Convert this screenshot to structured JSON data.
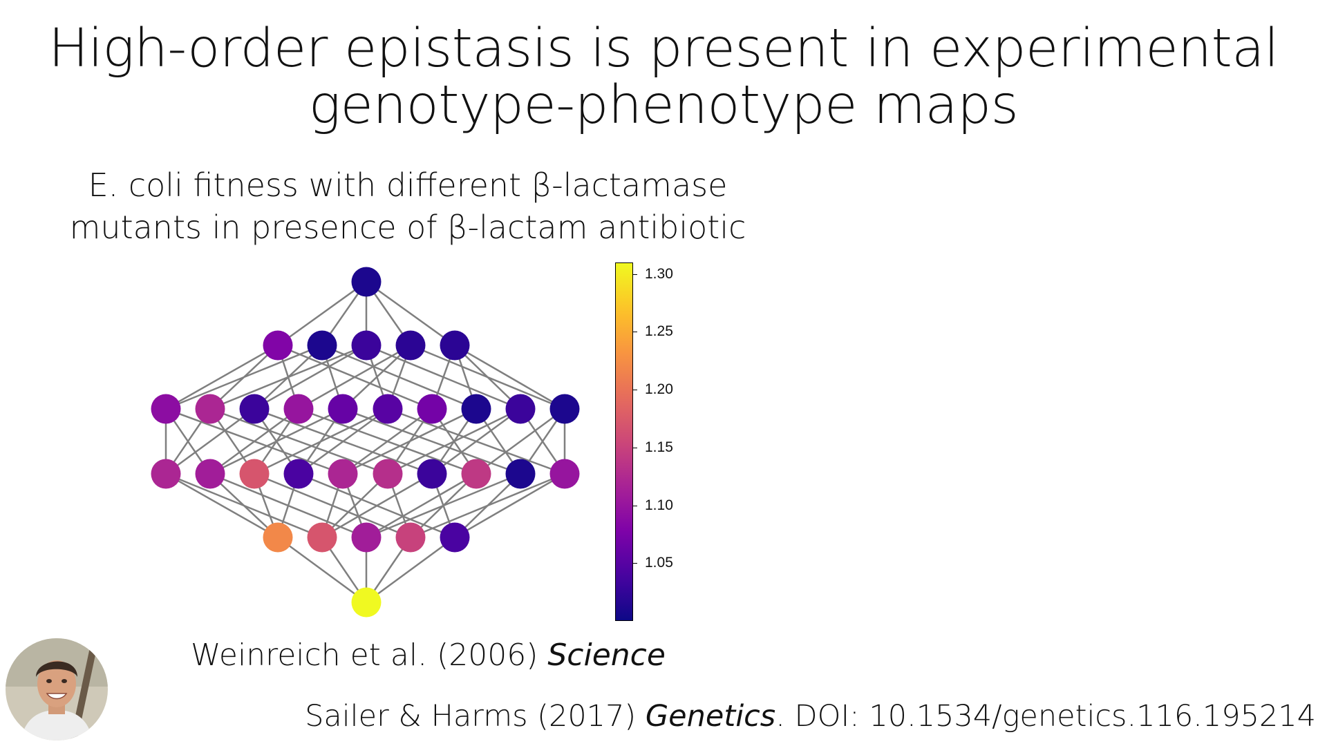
{
  "slide": {
    "title_line1": "High-order epistasis is present in experimental",
    "title_line2": "genotype-phenotype maps",
    "subtitle_line1": "E. coli fitness with different β-lactamase",
    "subtitle_line2": "mutants in presence of β-lactam antibiotic",
    "citation_authors": "Weinreich et al. (2006) ",
    "citation_journal": "Science",
    "reference_authors": "Sailer & Harms (2017) ",
    "reference_journal": "Genetics",
    "reference_doi": ". DOI: 10.1534/genetics.116.195214"
  },
  "colorbar": {
    "colormap": "plasma",
    "min": 1.0,
    "max": 1.31,
    "ticks": [
      "1.30",
      "1.25",
      "1.20",
      "1.15",
      "1.10",
      "1.05"
    ]
  },
  "network": {
    "node_fill_values": [
      [
        1.01
      ],
      [
        1.08,
        1.01,
        1.03,
        1.02,
        1.02
      ],
      [
        1.09,
        1.12,
        1.03,
        1.1,
        1.06,
        1.05,
        1.07,
        1.01,
        1.03,
        1.01
      ],
      [
        1.12,
        1.11,
        1.17,
        1.04,
        1.12,
        1.13,
        1.03,
        1.14,
        1.01,
        1.1
      ],
      [
        1.22,
        1.17,
        1.11,
        1.15,
        1.04
      ],
      [
        1.31
      ]
    ]
  },
  "colors": {
    "edge": "#7f7f7f",
    "background": "#ffffff"
  }
}
